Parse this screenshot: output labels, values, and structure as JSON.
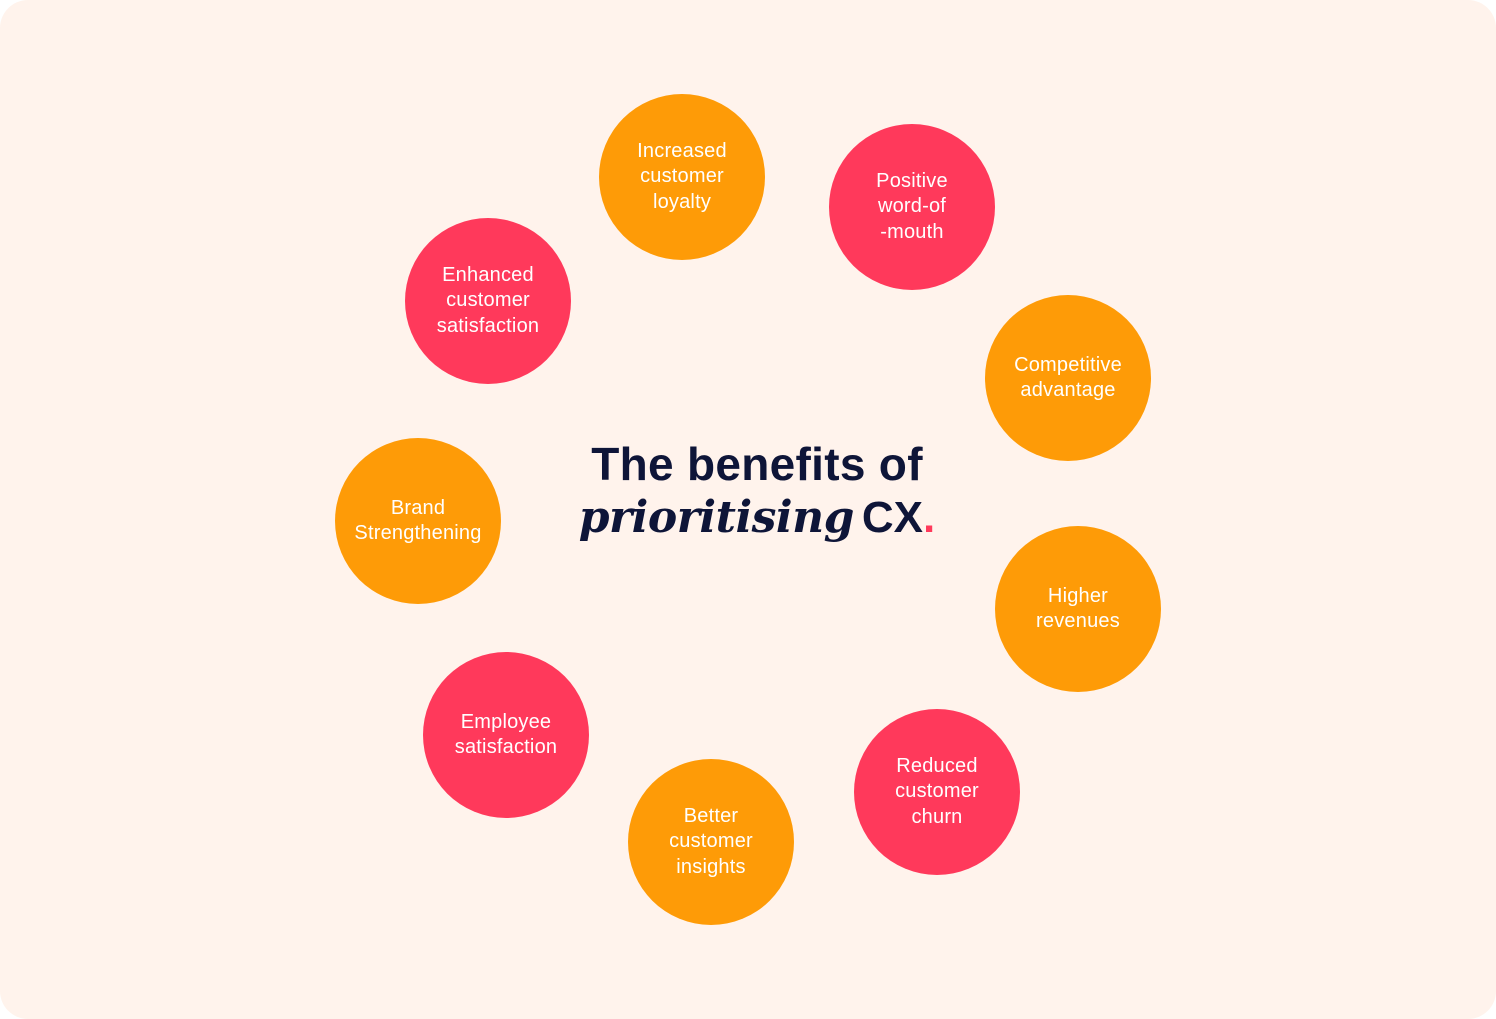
{
  "colors": {
    "background": "#fff3ec",
    "orange": "#fe9b07",
    "pink": "#ff395b",
    "title": "#0e1538",
    "bubble_text": "#ffffff"
  },
  "title": {
    "line1": "The benefits of",
    "line2_italic": "prioritising",
    "line2_regular": "CX",
    "line2_dot": "."
  },
  "benefits": [
    {
      "label": "Increased\ncustomer\nloyalty",
      "color": "orange"
    },
    {
      "label": "Positive\nword-of\n-mouth",
      "color": "pink"
    },
    {
      "label": "Competitive\nadvantage",
      "color": "orange"
    },
    {
      "label": "Higher\nrevenues",
      "color": "orange"
    },
    {
      "label": "Reduced\ncustomer\nchurn",
      "color": "pink"
    },
    {
      "label": "Better\ncustomer\ninsights",
      "color": "orange"
    },
    {
      "label": "Employee\nsatisfaction",
      "color": "pink"
    },
    {
      "label": "Brand\nStrengthening",
      "color": "orange"
    },
    {
      "label": "Enhanced\ncustomer\nsatisfaction",
      "color": "pink"
    }
  ]
}
